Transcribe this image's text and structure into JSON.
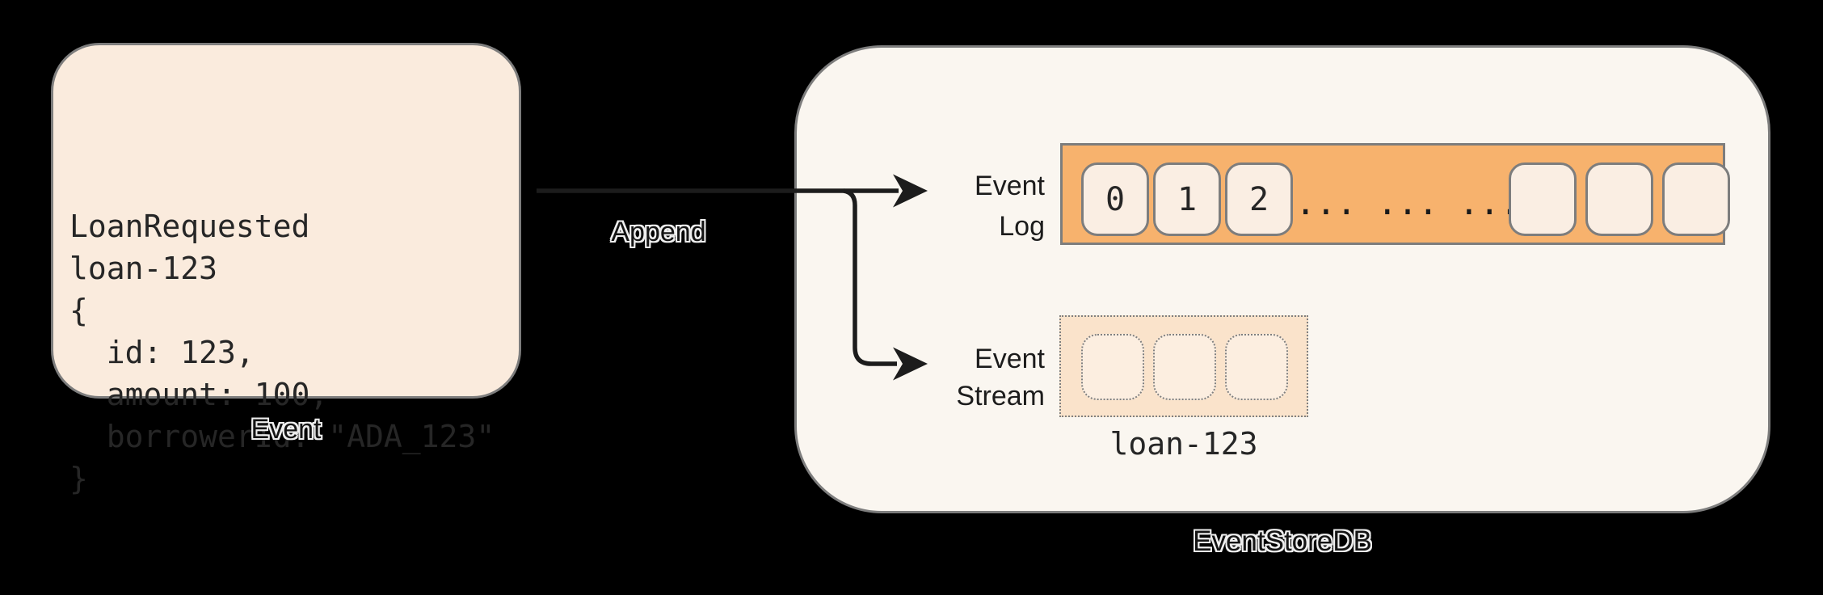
{
  "colors": {
    "background": "#000000",
    "card_fill": "#FAEBDD",
    "store_fill": "#FAF6F0",
    "log_bar_fill": "#F7B26D",
    "cell_fill": "#FAEEE3",
    "stream_fill": "#FAE3CB",
    "stream_cell_fill": "#FCEEE0",
    "border_gray": "#7D7D7D",
    "ink": "#1C1C1C"
  },
  "event_card": {
    "code_lines": [
      "LoanRequested",
      "loan-123",
      "{",
      "  id: 123,",
      "  amount: 100,",
      "  borrowerId: \"ADA_123\"",
      "}"
    ],
    "caption": "Event"
  },
  "arrow": {
    "label": "Append"
  },
  "event_store": {
    "caption": "EventStoreDB",
    "event_log": {
      "label_lines": [
        "Event",
        "Log"
      ],
      "numbered_cells": [
        "0",
        "1",
        "2"
      ],
      "ellipsis": "... ... ...",
      "empty_cell_count": 3
    },
    "event_stream": {
      "label_lines": [
        "Event",
        "Stream"
      ],
      "empty_cell_count": 3,
      "stream_id": "loan-123"
    }
  }
}
